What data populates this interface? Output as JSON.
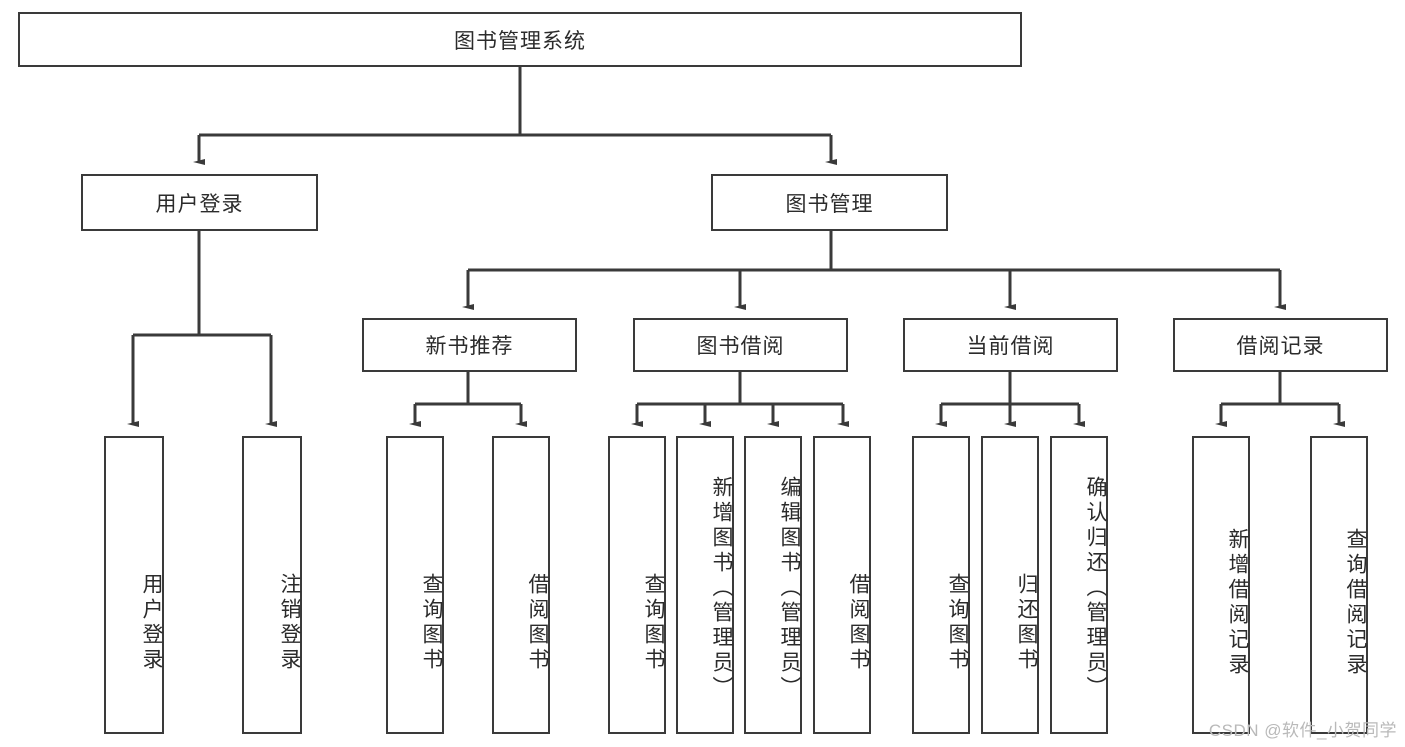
{
  "diagram": {
    "title": "图书管理系统",
    "root": {
      "label": "图书管理系统"
    },
    "level2": [
      {
        "label": "用户登录"
      },
      {
        "label": "图书管理"
      }
    ],
    "level3": [
      {
        "label": "新书推荐"
      },
      {
        "label": "图书借阅"
      },
      {
        "label": "当前借阅"
      },
      {
        "label": "借阅记录"
      }
    ],
    "leaves": [
      {
        "label": "用户登录",
        "parent": "用户登录"
      },
      {
        "label": "注销登录",
        "parent": "用户登录"
      },
      {
        "label": "查询图书",
        "parent": "新书推荐"
      },
      {
        "label": "借阅图书",
        "parent": "新书推荐"
      },
      {
        "label": "查询图书",
        "parent": "图书借阅"
      },
      {
        "label": "新增图书（管理员）",
        "parent": "图书借阅"
      },
      {
        "label": "编辑图书（管理员）",
        "parent": "图书借阅"
      },
      {
        "label": "借阅图书",
        "parent": "图书借阅"
      },
      {
        "label": "查询图书",
        "parent": "当前借阅"
      },
      {
        "label": "归还图书",
        "parent": "当前借阅"
      },
      {
        "label": "确认归还（管理员）",
        "parent": "当前借阅"
      },
      {
        "label": "新增借阅记录",
        "parent": "借阅记录"
      },
      {
        "label": "查询借阅记录",
        "parent": "借阅记录"
      }
    ]
  },
  "watermark": {
    "text": "CSDN @软件_小贺同学"
  },
  "colors": {
    "stroke": "#3a3a3a",
    "background": "#ffffff",
    "text": "#2b2b2b",
    "watermark": "#b9b9b9"
  }
}
